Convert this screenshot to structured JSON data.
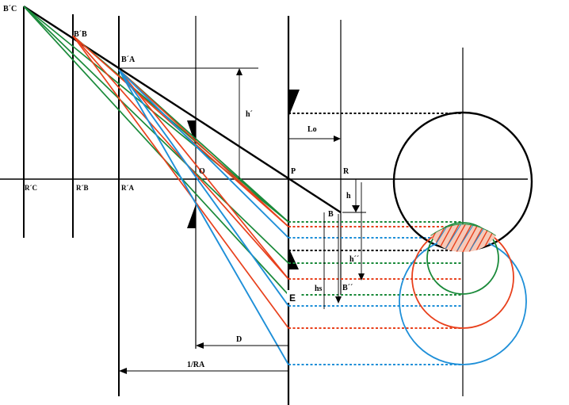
{
  "labels": {
    "b_c_prime": "B´C",
    "b_b_prime": "B´B",
    "b_a_prime": "B´A",
    "r_c_prime": "R´C",
    "r_b_prime": "R´B",
    "r_a_prime": "R´A",
    "o": "O",
    "p": "P",
    "r": "R",
    "b_low": "B",
    "b_dprime": "B´´",
    "h_prime": "h´",
    "h": "h",
    "h_dprime": "h´´",
    "h_s": "hs",
    "l_o": "Lo",
    "d": "D",
    "inv_ra": "1/RA",
    "e": "E"
  },
  "colors": {
    "black": "#000000",
    "red": "#e8401c",
    "green": "#1a8a3a",
    "blue": "#1e8fd8",
    "hatch": "#e8401c"
  }
}
